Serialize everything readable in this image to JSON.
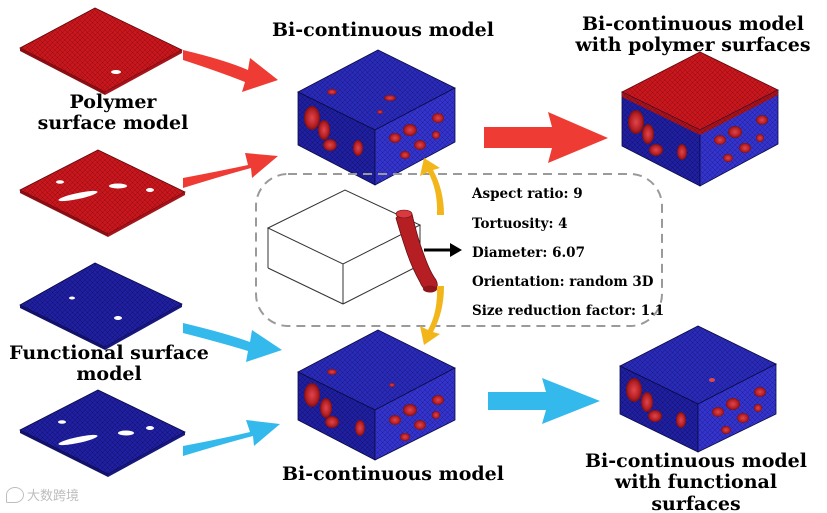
{
  "labels": {
    "polymer_surface_model": [
      "Polymer",
      "surface model"
    ],
    "functional_surface_model": [
      "Functional surface",
      "model"
    ],
    "bicontinuous_top": "Bi-continuous model",
    "bicontinuous_bottom": "Bi-continuous model",
    "bicontinuous_polymer": [
      "Bi-continuous model",
      "with polymer surfaces"
    ],
    "bicontinuous_functional": [
      "Bi-continuous model",
      "with functional surfaces"
    ]
  },
  "parameters": [
    {
      "key": "Aspect ratio",
      "value": "9"
    },
    {
      "key": "Tortuosity",
      "value": "4"
    },
    {
      "key": "Diameter",
      "value": "6.07"
    },
    {
      "key": "Orientation",
      "value": "random 3D"
    },
    {
      "key": "Size reduction factor",
      "value": "1.1"
    }
  ],
  "watermark": "大数跨境",
  "colors": {
    "polymer_red": "#c8161d",
    "functional_blue": "#1f1fa0",
    "fiber_red": "#b51f24",
    "arrow_red": "#ee3b33",
    "arrow_blue": "#34b9ec",
    "arrow_yellow": "#f2b51a",
    "dash_border": "#9a9a9a"
  }
}
